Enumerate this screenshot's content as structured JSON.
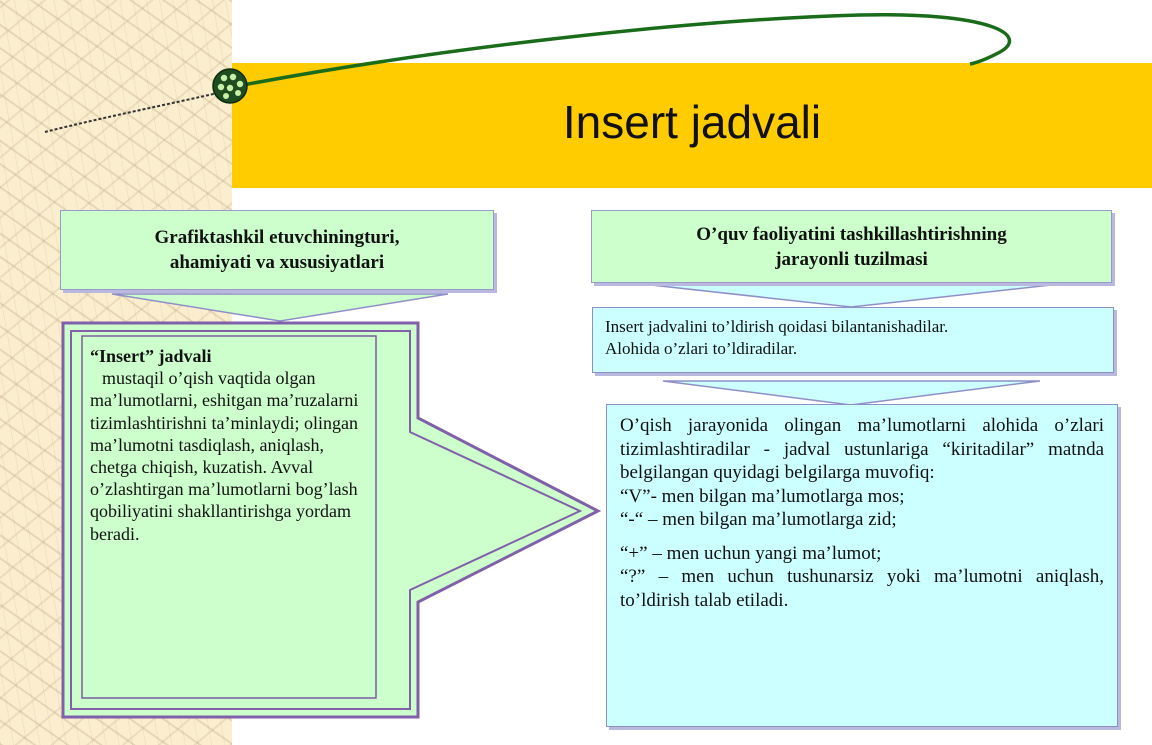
{
  "slide": {
    "title": "Insert jadvali"
  },
  "left_header": {
    "line1": "Grafiktashkil etuvchiningturi,",
    "line2": "ahamiyati va xususiyatlari"
  },
  "right_header": {
    "line1": "O’quv faoliyatini tashkillashtirishning",
    "line2": "jarayonli tuzilmasi"
  },
  "left_box": {
    "heading": "“Insert” jadvali",
    "body": "mustaqil o’qish vaqtida olgan ma’lumotlarni, eshitgan ma’ruzalarni tizimlashtirishni ta’minlaydi; olingan ma’lumotni tasdiqlash, aniqlash, chetga chiqish, kuzatish. Avval o’zlashtirgan ma’lumotlarni bog’lash qobiliyatini shakllantirishga yordam beradi."
  },
  "middle_box": {
    "line1": "Insert jadvalini to’ldirish qoidasi bilantanishadilar.",
    "line2": "Alohida o’zlari to’ldiradilar."
  },
  "right_box": {
    "intro": "O’qish jarayonida olingan ma’lumotlarni alohida o’zlari tizimlashtiradilar - jadval ustunlariga “kiritadilar” matnda belgilangan quyidagi belgilarga muvofiq:",
    "item_v": "“V”- men bilgan ma’lumotlarga mos;",
    "item_minus": "“-“ – men bilgan ma’lumotlarga zid;",
    "item_plus": "“+” – men uchun yangi ma’lumot;",
    "item_question": "“?” – men uchun tushunarsiz yoki ma’lumotni aniqlash, to’ldirish talab etiladi."
  },
  "colors": {
    "title_band": "#ffcc00",
    "green_fill": "#ccffcc",
    "cyan_fill": "#ccffff",
    "arrow_outline": "#8060a8"
  }
}
